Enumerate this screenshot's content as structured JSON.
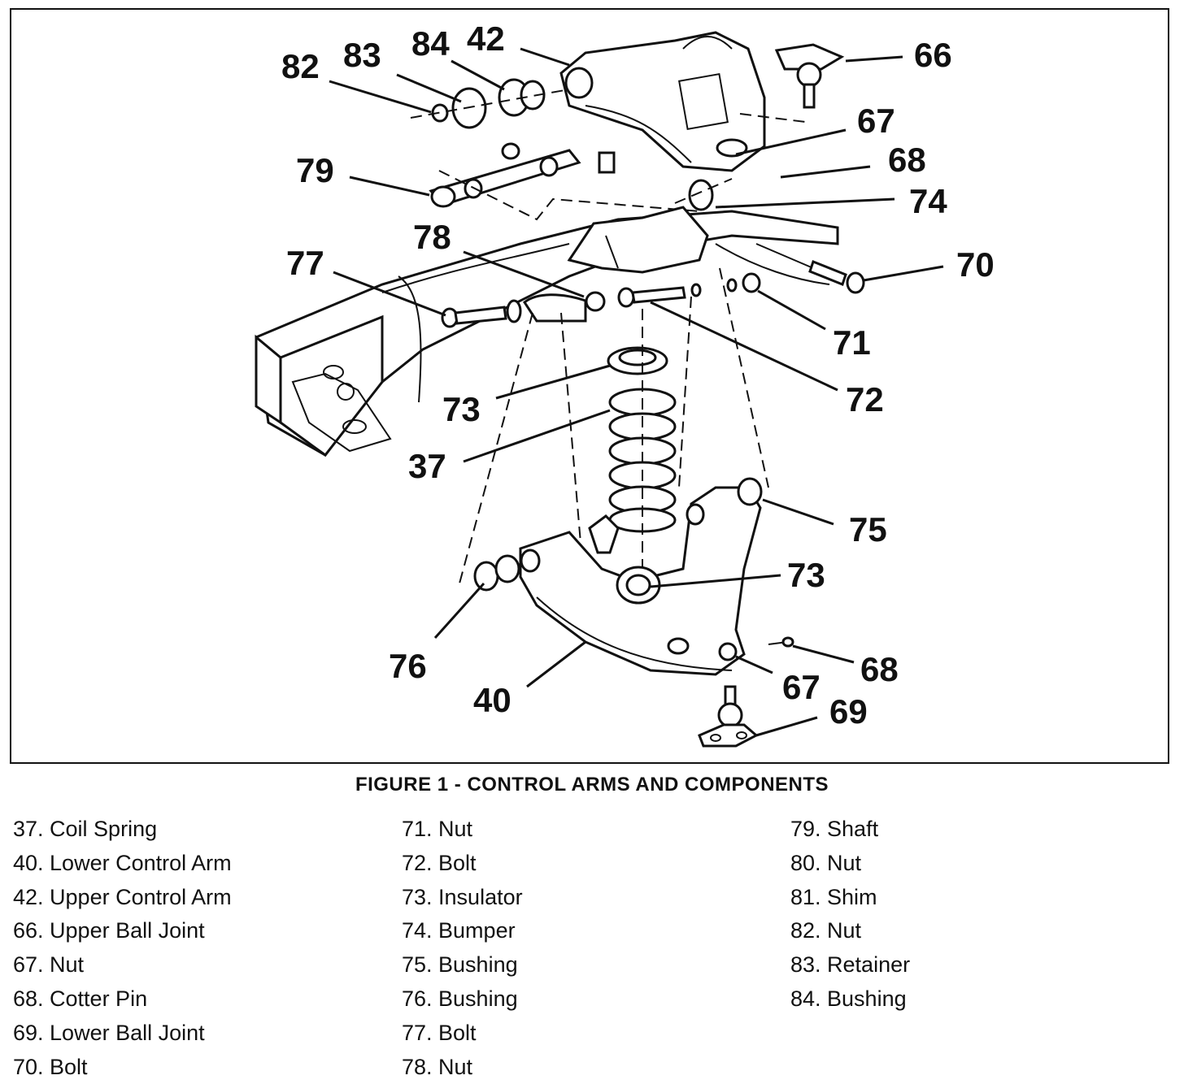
{
  "figure": {
    "caption": "FIGURE 1 - CONTROL ARMS AND COMPONENTS",
    "callouts": {
      "c82": "82",
      "c83": "83",
      "c84": "84",
      "c42": "42",
      "c66": "66",
      "c67a": "67",
      "c68a": "68",
      "c74": "74",
      "c79": "79",
      "c78": "78",
      "c77": "77",
      "c70": "70",
      "c71": "71",
      "c72": "72",
      "c73a": "73",
      "c37": "37",
      "c75": "75",
      "c73b": "73",
      "c76": "76",
      "c68b": "68",
      "c67b": "67",
      "c40": "40",
      "c69": "69"
    }
  },
  "legend": {
    "col1": [
      "37. Coil Spring",
      "40. Lower Control Arm",
      "42. Upper Control Arm",
      "66. Upper Ball Joint",
      "67. Nut",
      "68. Cotter Pin",
      "69. Lower Ball Joint",
      "70. Bolt"
    ],
    "col2": [
      "71. Nut",
      "72. Bolt",
      "73. Insulator",
      "74. Bumper",
      "75. Bushing",
      "76. Bushing",
      "77. Bolt",
      "78. Nut"
    ],
    "col3": [
      "79. Shaft",
      "80. Nut",
      "81. Shim",
      "82. Nut",
      "83. Retainer",
      "84. Bushing"
    ]
  }
}
